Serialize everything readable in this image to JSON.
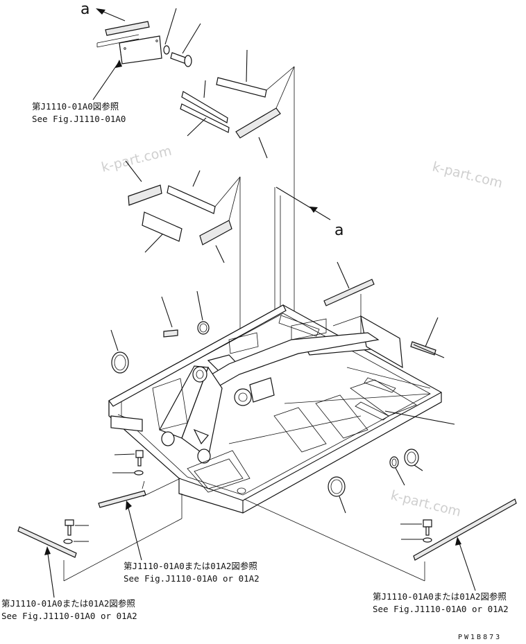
{
  "watermarks": [
    "k-part.com",
    "k-part.com",
    "k-part.com"
  ],
  "view_markers": [
    "a",
    "a"
  ],
  "references": {
    "top": [
      "第J1110-01A0図参照",
      "See Fig.J1110-01A0"
    ],
    "bottom_center": [
      "第J1110-01A0または01A2図参照",
      "See Fig.J1110-01A0 or 01A2"
    ],
    "bottom_left": [
      "第J1110-01A0または01A2図参照",
      "See Fig.J1110-01A0 or 01A2"
    ],
    "bottom_right": [
      "第J1110-01A0または01A2図参照",
      "See Fig.J1110-01A0 or 01A2"
    ]
  },
  "drawing_code": "PW1B873"
}
